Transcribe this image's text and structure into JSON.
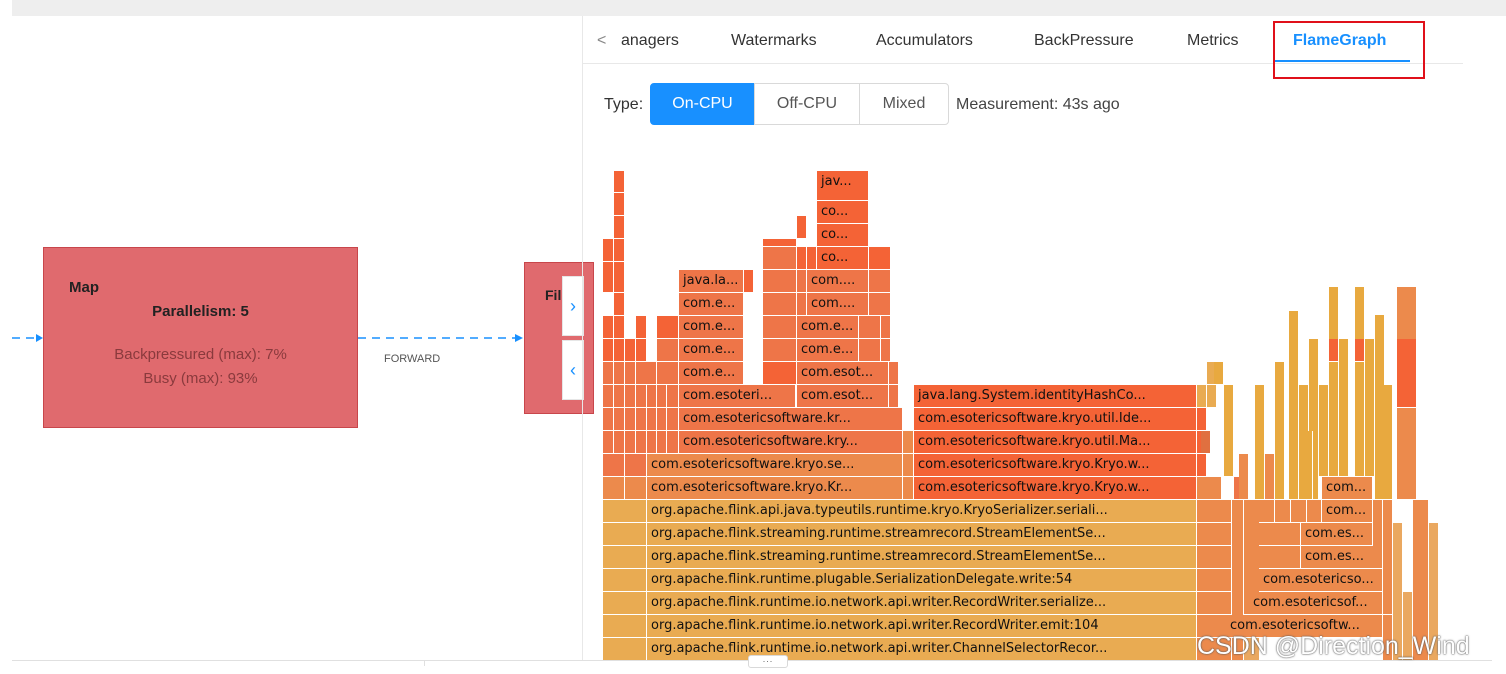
{
  "graph": {
    "map_node": {
      "title": "Map",
      "parallelism": "Parallelism: 5",
      "backpressured": "Backpressured (max): 7%",
      "busy": "Busy (max): 93%"
    },
    "filter_node": {
      "title": "Fil"
    },
    "edge_label": "FORWARD",
    "collapse_right_icon": "chevron-right-icon",
    "collapse_left_icon": "chevron-left-icon"
  },
  "tabs": {
    "scroll_left_icon": "chevron-left-icon",
    "items": [
      {
        "label": "anagers"
      },
      {
        "label": "Watermarks"
      },
      {
        "label": "Accumulators"
      },
      {
        "label": "BackPressure"
      },
      {
        "label": "Metrics"
      },
      {
        "label": "FlameGraph",
        "active": true
      }
    ]
  },
  "controls": {
    "type_label": "Type:",
    "options": [
      "On-CPU",
      "Off-CPU",
      "Mixed"
    ],
    "selected": "On-CPU",
    "measurement": "Measurement: 43s ago"
  },
  "flamegraph": {
    "labels": {
      "l1": "org.apache.flink.runtime.io.network.api.writer.ChannelSelectorRecor...",
      "l2": "org.apache.flink.runtime.io.network.api.writer.RecordWriter.emit:104",
      "l3": "org.apache.flink.runtime.io.network.api.writer.RecordWriter.serialize...",
      "l4": "org.apache.flink.runtime.plugable.SerializationDelegate.write:54",
      "l5": "org.apache.flink.streaming.runtime.streamrecord.StreamElementSe...",
      "l6": "org.apache.flink.streaming.runtime.streamrecord.StreamElementSe...",
      "l7": "org.apache.flink.api.java.typeutils.runtime.kryo.KryoSerializer.seriali...",
      "a1": "com.esotericsoftware.kryo.Kr...",
      "a2": "com.esotericsoftware.kryo.se...",
      "a3": "com.esotericsoftware.kry...",
      "a4": "com.esotericsoftware.kr...",
      "a5": "com.esoteri...",
      "a6": "com.e...",
      "a7": "com.e...",
      "a8": "com.e...",
      "a9": "com.e...",
      "a10": "java.la...",
      "b1": "com.esot...",
      "b2": "com.esot...",
      "b3": "com.e...",
      "b4": "com.e...",
      "b5": "com....",
      "b6": "com....",
      "b7": "co...",
      "b8": "co...",
      "b9": "co...",
      "b10": "jav...",
      "c1": "com.esotericsoftware.kryo.Kryo.w...",
      "c2": "com.esotericsoftware.kryo.Kryo.w...",
      "c3": "com.esotericsoftware.kryo.util.Ma...",
      "c4": "com.esotericsoftware.kryo.util.Ide...",
      "c5": "java.lang.System.identityHashCo...",
      "d1": "com.esotericsoftw...",
      "d2": "com.esotericsof...",
      "d3": "com.esotericso...",
      "d4": "com.es...",
      "d5": "com.es...",
      "d6": "com...",
      "d7": "com..."
    }
  },
  "watermark": "CSDN @Direction_Wind",
  "resize_handle": "..."
}
